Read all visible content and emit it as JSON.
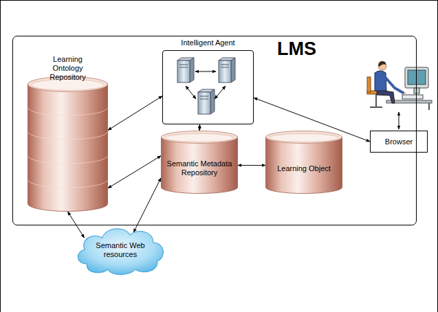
{
  "diagram": {
    "nodes": [
      {
        "text": [
          "LMS"
        ]
      },
      {
        "text": [
          "Learning Ontology Repository"
        ],
        "in": 0
      },
      {
        "text": [
          "Intelligent Agent"
        ],
        "in": 0
      },
      {
        "text": [
          "Semantic Metadata Repository"
        ],
        "in": 0
      },
      {
        "text": [
          "Learning Object"
        ],
        "in": 0
      },
      {
        "text": [
          "Browser"
        ]
      },
      {
        "text": [
          "Semantic Web resources"
        ]
      }
    ],
    "edges": [
      {
        "from": 1,
        "to": 2,
        "arrow": "both"
      },
      {
        "from": 1,
        "to": 3,
        "arrow": "both"
      },
      {
        "from": 2,
        "to": 3,
        "arrow": "both"
      },
      {
        "from": 3,
        "to": 4,
        "arrow": "both"
      },
      {
        "from": 2,
        "to": 5,
        "arrow": "both"
      },
      {
        "from": 1,
        "to": 6,
        "arrow": "both"
      },
      {
        "from": 3,
        "to": 6,
        "arrow": "both"
      }
    ]
  }
}
